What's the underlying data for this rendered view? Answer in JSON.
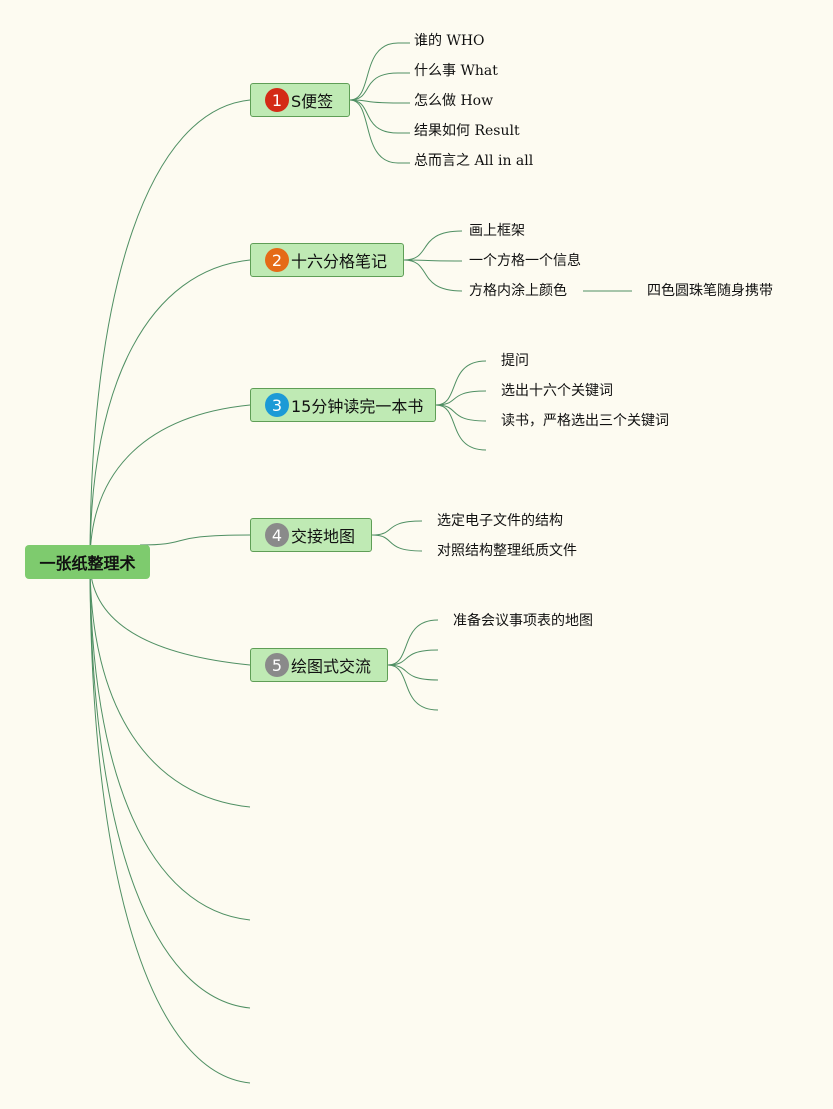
{
  "root": {
    "label": "一张纸整理术"
  },
  "colors": {
    "line": "#4f8f63",
    "background": "#fdfbf1"
  },
  "topics": [
    {
      "number": "1",
      "badge_color": "#d42a16",
      "label": "S便签",
      "leaves": [
        "谁的 WHO",
        "什么事 What",
        "怎么做 How",
        "结果如何 Result",
        "总而言之 All in all"
      ]
    },
    {
      "number": "2",
      "badge_color": "#e56a17",
      "label": "十六分格笔记",
      "leaves": [
        "画上框架",
        "一个方格一个信息",
        "方格内涂上颜色"
      ],
      "sub": "四色圆珠笔随身携带"
    },
    {
      "number": "3",
      "badge_color": "#1c9ad6",
      "label": "15分钟读完一本书",
      "leaves": [
        "提问",
        "选出十六个关键词",
        "读书，严格选出三个关键词",
        ""
      ]
    },
    {
      "number": "4",
      "badge_color": "#8a8a8a",
      "label": "交接地图",
      "leaves": [
        "选定电子文件的结构",
        "对照结构整理纸质文件"
      ]
    },
    {
      "number": "5",
      "badge_color": "#8a8a8a",
      "label": "绘图式交流",
      "leaves": [
        "准备会议事项表的地图",
        "",
        "",
        ""
      ]
    }
  ]
}
